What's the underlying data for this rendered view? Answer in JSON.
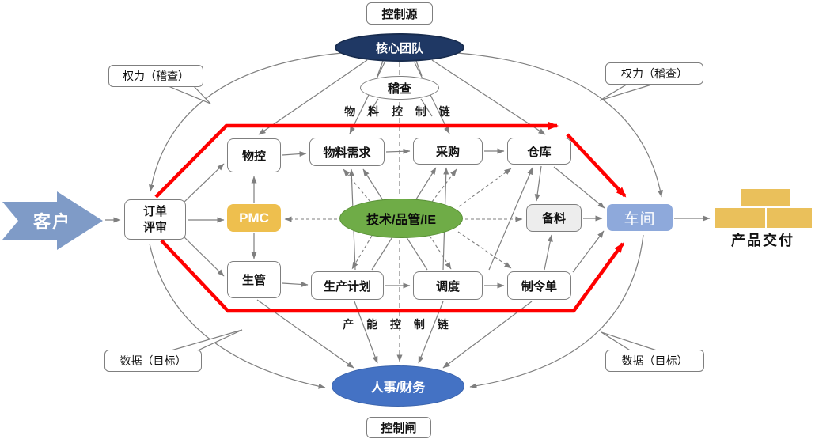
{
  "nodes": {
    "control_source": "控制源",
    "core_team": "核心团队",
    "audit": "稽查",
    "material_chain": "物 料 控 制 链",
    "capacity_chain": "产 能 控 制 链",
    "customer": "客户",
    "order_review_line1": "订单",
    "order_review_line2": "评审",
    "pmc": "PMC",
    "material_control": "物控",
    "material_demand": "物料需求",
    "purchasing": "采购",
    "warehouse": "仓库",
    "tech_qc_ie": "技术/品管/IE",
    "prepare_material": "备料",
    "workshop": "车间",
    "production_mgmt": "生管",
    "production_plan": "生产计划",
    "dispatch": "调度",
    "work_order": "制令单",
    "hr_finance": "人事/财务",
    "control_gate": "控制闸",
    "product_delivery": "产品交付"
  },
  "callouts": {
    "top_left": "权力（稽查）",
    "top_right": "权力（稽查）",
    "bottom_left": "数据（目标）",
    "bottom_right": "数据（目标）"
  },
  "colors": {
    "red_chain": "#FF0000",
    "core_team_fill": "#1F3864",
    "tech_fill": "#6FAC47",
    "hr_fill": "#4472C4",
    "pmc_fill": "#EEBF4E",
    "workshop_fill": "#8EA9DB",
    "customer_fill": "#7F9BC7",
    "brick_fill": "#EAC05B",
    "connector_gray": "#7F7F7F"
  }
}
